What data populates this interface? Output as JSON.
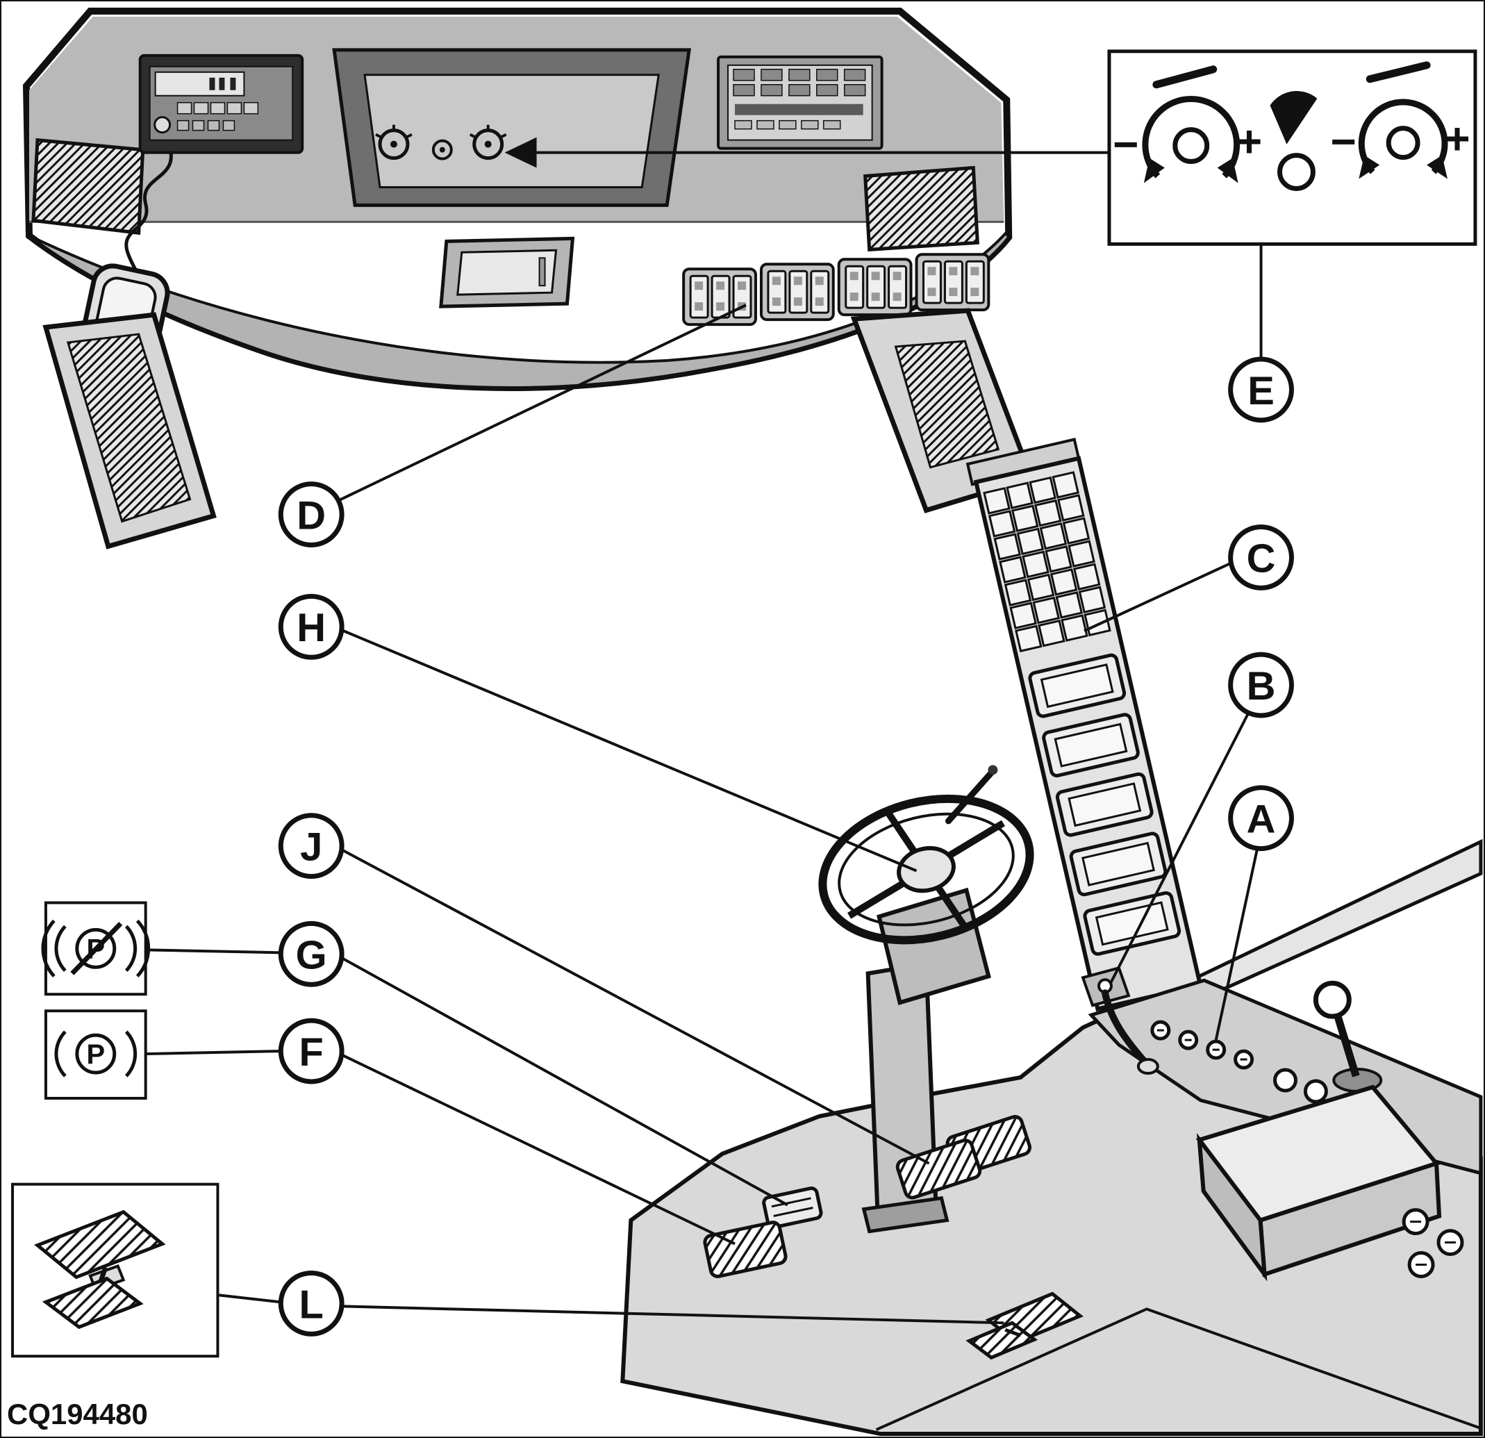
{
  "figure": {
    "code": "CQ194480",
    "callouts": {
      "A": "A",
      "B": "B",
      "C": "C",
      "D": "D",
      "E": "E",
      "F": "F",
      "G": "G",
      "H": "H",
      "J": "J",
      "L": "L"
    },
    "inset_e": {
      "left_knob_minus": "−",
      "left_knob_plus": "+",
      "right_knob_minus": "−",
      "right_knob_plus": "+"
    },
    "indicator_insets": {
      "top_symbol_letter": "P",
      "bottom_symbol_letter": "P"
    },
    "icons": {
      "inset_e_left": "rotary-knob-rotate-arrows",
      "inset_e_middle": "fan-speed-knob",
      "inset_e_right": "rotary-knob-rotate-arrows",
      "indicator_top": "parking-brake-crossed-out",
      "indicator_bottom": "parking-brake",
      "pointer": "solid-left-arrowhead",
      "pedal_inset": "rocker-foot-pedal"
    },
    "colors": {
      "line": "#111111",
      "panel_gray": "#b9b9b9",
      "dark_panel": "#6f6f6f",
      "floor_gray": "#d9d9d9",
      "background": "#ffffff"
    }
  }
}
